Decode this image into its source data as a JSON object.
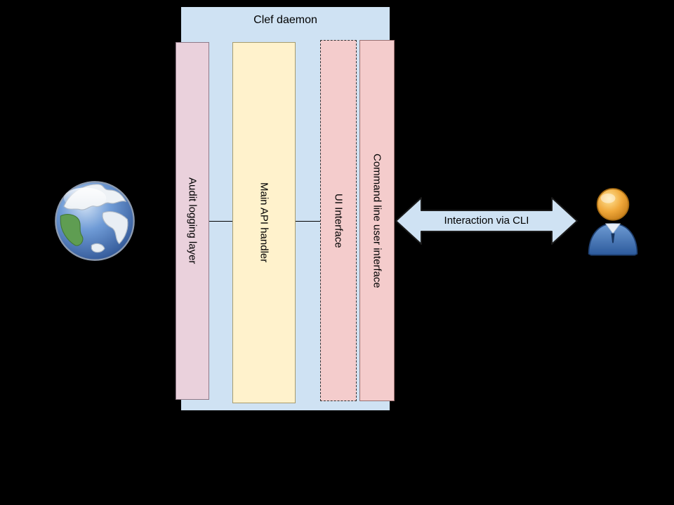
{
  "diagram": {
    "background_color": "#000000",
    "container": {
      "label": "Clef daemon",
      "fill": "#cfe2f3"
    },
    "bars": [
      {
        "id": "audit-logging-layer",
        "label": "Audit logging layer",
        "fill": "#ead1dc",
        "border_style": "solid"
      },
      {
        "id": "main-api-handler",
        "label": "Main API handler",
        "fill": "#fff2cc",
        "border_style": "solid"
      },
      {
        "id": "ui-interface",
        "label": "UI Interface",
        "fill": "#f4cccc",
        "border_style": "dashed"
      },
      {
        "id": "command-line-user-interface",
        "label": "Command line user interface",
        "fill": "#f4cccc",
        "border_style": "solid"
      }
    ],
    "arrow": {
      "label": "Interaction via CLI",
      "fill": "#cfe2f3",
      "direction": "double-headed-horizontal"
    },
    "icons": [
      {
        "name": "globe-icon",
        "side": "left"
      },
      {
        "name": "user-icon",
        "side": "right"
      }
    ]
  }
}
